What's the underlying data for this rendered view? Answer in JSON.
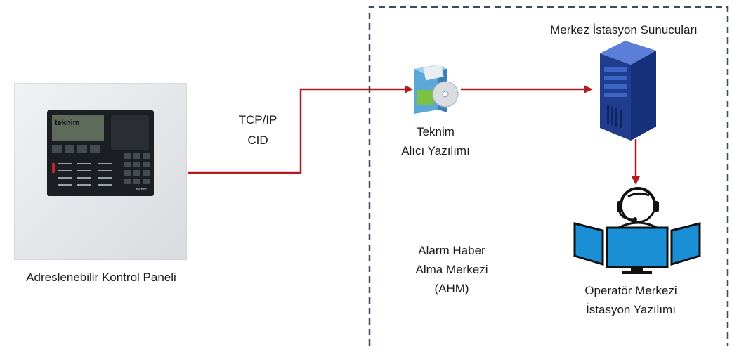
{
  "panel": {
    "caption": "Adreslenebilir Kontrol Paneli",
    "brand": "teknim",
    "logo_small": "teknim"
  },
  "link": {
    "line1": "TCP/IP",
    "line2": "CID"
  },
  "receiver": {
    "line1": "Teknim",
    "line2": "Alıcı Yazılımı"
  },
  "servers": {
    "caption": "Merkez İstasyon Sunucuları"
  },
  "ahm": {
    "line1": "Alarm Haber",
    "line2": "Alma Merkezi",
    "line3": "(AHM)"
  },
  "operator": {
    "line1": "Operatör Merkezi",
    "line2": "İstasyon Yazılımı"
  },
  "colors": {
    "arrow": "#b01c22",
    "dash_border": "#3c4a63",
    "server": "#1f3d8c",
    "monitor": "#1a8fd6"
  },
  "icons": [
    "control-panel-icon",
    "software-box-icon",
    "server-tower-icon",
    "operator-headset-icon"
  ]
}
